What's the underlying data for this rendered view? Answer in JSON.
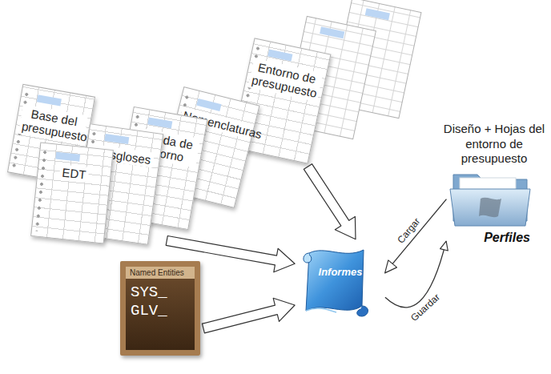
{
  "diagram": {
    "nodes": [
      {
        "text": [
          "Entorno de presupuesto"
        ]
      },
      {
        "text": [
          "Base del presupuesto"
        ]
      },
      {
        "text": [
          "Nomenclaturas"
        ]
      },
      {
        "text": [
          "Partida de entorno"
        ]
      },
      {
        "text": [
          "Desgloses"
        ]
      },
      {
        "text": [
          "EDT"
        ]
      },
      {
        "text": [
          "Diseño + Hojas del entorno de presupuesto",
          "Perfiles"
        ]
      },
      {
        "text": [
          "Named Entities",
          "SYS_",
          "GLV_"
        ]
      },
      {
        "text": [
          "Informes"
        ]
      }
    ],
    "edges": [
      {
        "from": 4,
        "to": 8,
        "arrow": "to"
      },
      {
        "from": 0,
        "to": 8,
        "arrow": "to"
      },
      {
        "from": 7,
        "to": 8,
        "arrow": "to"
      },
      {
        "from": 6,
        "to": 8,
        "label": "Cargar",
        "arrow": "to"
      },
      {
        "from": 8,
        "to": 6,
        "label": "Guardar",
        "arrow": "to"
      }
    ]
  }
}
